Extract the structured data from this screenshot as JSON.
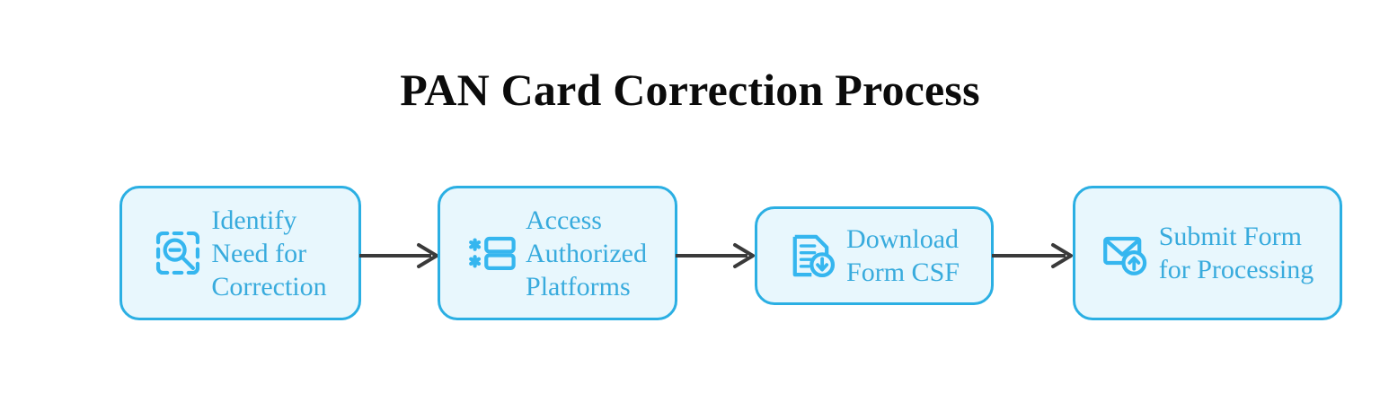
{
  "title": "PAN Card Correction Process",
  "colors": {
    "box_fill": "#e8f7fd",
    "box_border": "#2bafe3",
    "text_blue": "#38abdd",
    "title_black": "#0b0b0b",
    "arrow_gray": "#3a3a3a",
    "background": "#ffffff"
  },
  "flow": {
    "steps": [
      {
        "id": "step-1",
        "label": "Identify\nNeed for\nCorrection",
        "icon": "zoom-out-selection-icon"
      },
      {
        "id": "step-2",
        "label": "Access\nAuthorized\nPlatforms",
        "icon": "required-fields-form-icon"
      },
      {
        "id": "step-3",
        "label": "Download\nForm CSF",
        "icon": "document-download-icon"
      },
      {
        "id": "step-4",
        "label": "Submit Form\nfor Processing",
        "icon": "envelope-upload-icon"
      }
    ],
    "connectors": [
      {
        "id": "connector-1",
        "icon": "arrow-right-icon"
      },
      {
        "id": "connector-2",
        "icon": "arrow-right-icon"
      },
      {
        "id": "connector-3",
        "icon": "arrow-right-icon"
      }
    ]
  }
}
